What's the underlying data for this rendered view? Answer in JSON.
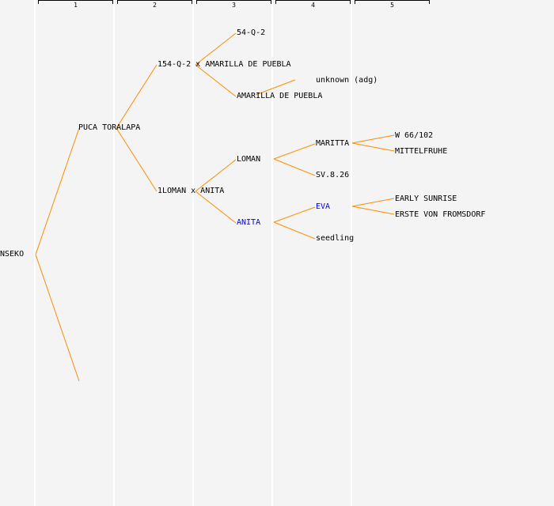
{
  "generations": [
    "1",
    "2",
    "3",
    "4",
    "5"
  ],
  "line_color": "#ff8c00",
  "link_color": "#0000ff",
  "nodes": {
    "root": "NSEKO",
    "g1": "PUCA TORALAPA",
    "g2a": "154-Q-2 x AMARILLA DE PUEBLA",
    "g2b": "1LOMAN x ANITA",
    "g3a": "54-Q-2",
    "g3b": "AMARILLA DE PUEBLA",
    "g3c": "LOMAN",
    "g3d": "ANITA",
    "g4a": "unknown (adg)",
    "g4b": "MARITTA",
    "g4c": "SV.8.26",
    "g4d": "EVA",
    "g4e": "seedling",
    "g5a": "W 66/102",
    "g5b": "MITTELFRUHE",
    "g5c": "EARLY SUNRISE",
    "g5d": "ERSTE VON FROMSDORF"
  }
}
